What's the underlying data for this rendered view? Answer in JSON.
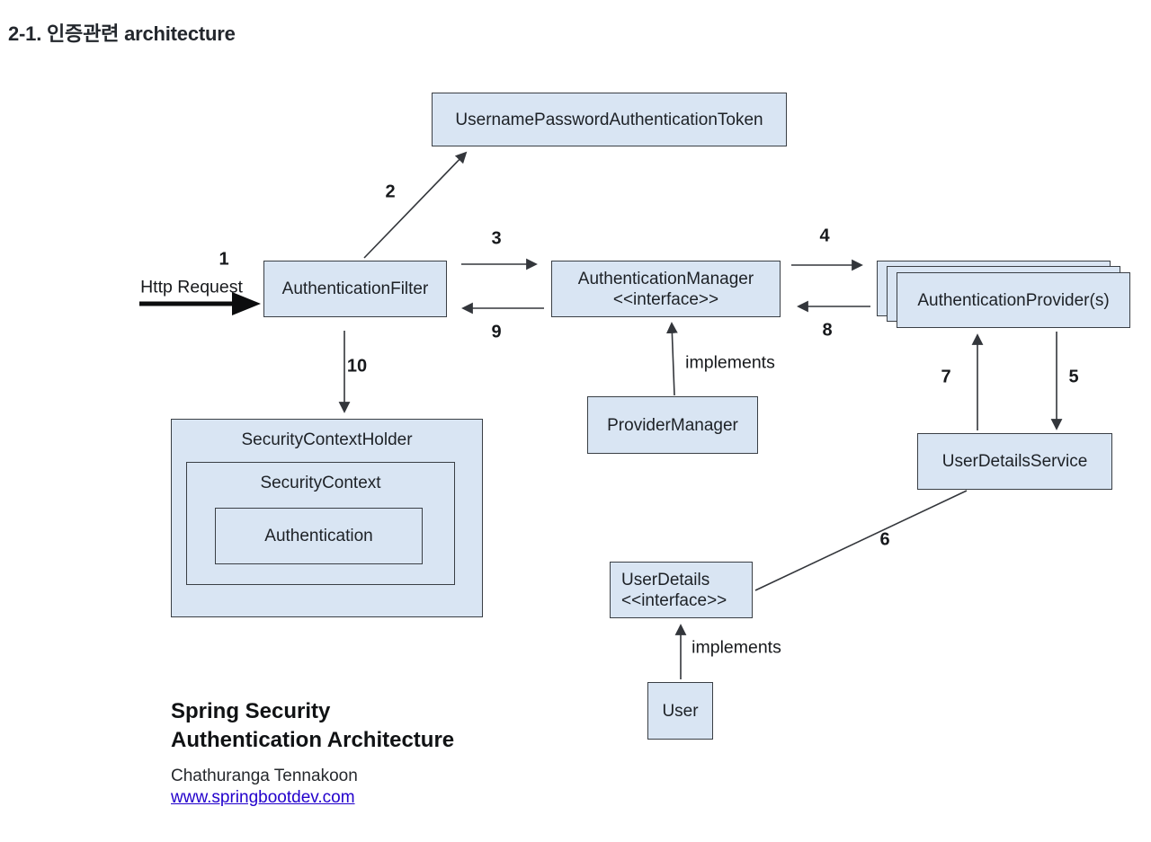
{
  "page": {
    "title": "2-1. 인증관련 architecture"
  },
  "colors": {
    "box_fill": "#d9e5f3",
    "box_border": "#3a3f45",
    "arrow": "#33363b",
    "text": "#1d2126",
    "link_blue": "#2200cc"
  },
  "boxes": {
    "token": {
      "label": "UsernamePasswordAuthenticationToken"
    },
    "filter": {
      "label": "AuthenticationFilter"
    },
    "manager": {
      "label": "AuthenticationManager",
      "stereotype": "<<interface>>"
    },
    "providers": {
      "label": "AuthenticationProvider(s)"
    },
    "provider_manager": {
      "label": "ProviderManager"
    },
    "security_context_holder": {
      "label": "SecurityContextHolder"
    },
    "security_context": {
      "label": "SecurityContext"
    },
    "authentication": {
      "label": "Authentication"
    },
    "user_details_service": {
      "label": "UserDetailsService"
    },
    "user_details": {
      "label": "UserDetails",
      "stereotype": "<<interface>>"
    },
    "user": {
      "label": "User"
    }
  },
  "arrow_labels": {
    "step1": "1",
    "step2": "2",
    "step3": "3",
    "step4": "4",
    "step5": "5",
    "step6": "6",
    "step7": "7",
    "step8": "8",
    "step9": "9",
    "step10": "10",
    "http_request": "Http Request",
    "implements_manager": "implements",
    "implements_user": "implements"
  },
  "footer": {
    "heading_line1": "Spring Security",
    "heading_line2": "Authentication Architecture",
    "author": "Chathuranga Tennakoon",
    "website": "www.springbootdev.com"
  }
}
